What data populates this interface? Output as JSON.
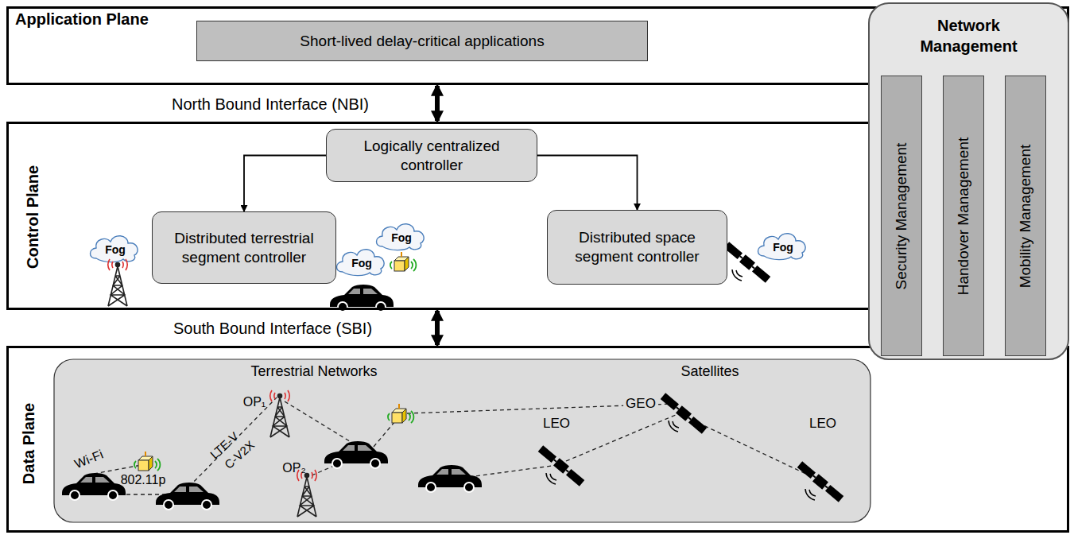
{
  "diagram": {
    "nodes": [
      {
        "text": [
          "Application Plane"
        ]
      },
      {
        "text": [
          "Short-lived delay-critical applications"
        ],
        "in": 0
      },
      {
        "text": [
          "Control Plane"
        ]
      },
      {
        "text": [
          "Logically centralized controller"
        ],
        "in": 2
      },
      {
        "text": [
          "Distributed terrestrial segment controller"
        ],
        "in": 2
      },
      {
        "text": [
          "Distributed space segment controller"
        ],
        "in": 2
      },
      {
        "text": [
          "Data Plane"
        ]
      },
      {
        "text": [
          "Network Management"
        ]
      },
      {
        "text": [
          "Security Management"
        ],
        "in": 7
      },
      {
        "text": [
          "Handover Management"
        ],
        "in": 7
      },
      {
        "text": [
          "Mobility Management"
        ],
        "in": 7
      }
    ],
    "edges": [
      {
        "from": 3,
        "to": 4,
        "arrow": "to"
      },
      {
        "from": 3,
        "to": 5,
        "arrow": "to"
      },
      {
        "from": 0,
        "to": 2,
        "arrow": "both"
      },
      {
        "from": 2,
        "to": 6,
        "arrow": "both"
      }
    ],
    "labels": [
      "North Bound Interface (NBI)",
      "Fog",
      "Fog",
      "Fog",
      "Fog",
      "South Bound Interface (SBI)",
      "Terrestrial Networks",
      "Satellites",
      "Wi-Fi",
      "802.11p",
      "LTE-V",
      "C-V2X",
      "OP₁",
      "OP₂",
      "LEO",
      "GEO",
      "LEO"
    ]
  }
}
